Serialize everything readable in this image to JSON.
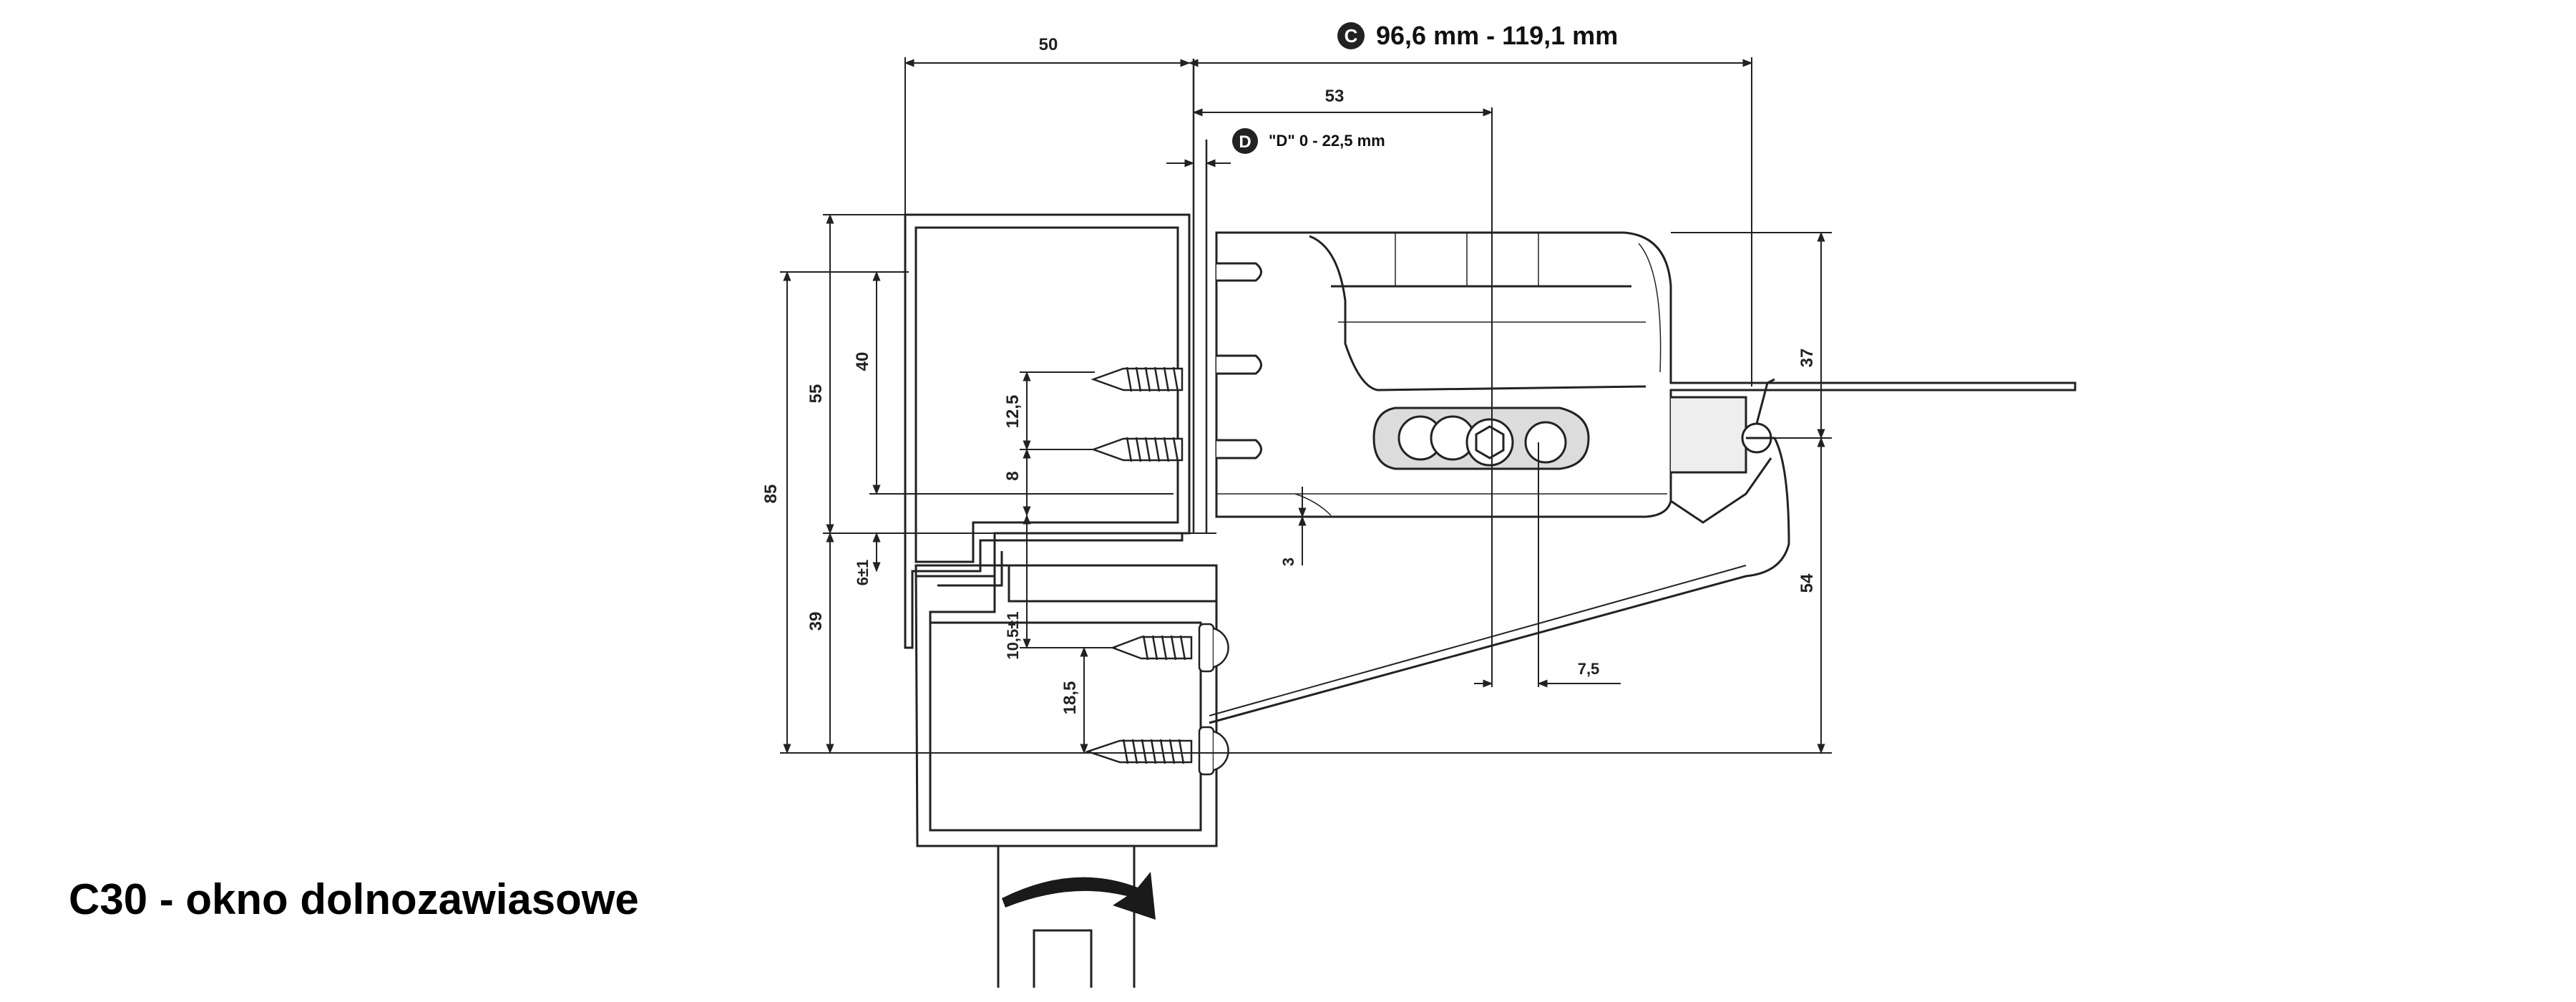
{
  "caption": "C30 - okno dolnozawiasowe",
  "callouts": {
    "c": {
      "marker": "C",
      "text": "96,6 mm - 119,1 mm"
    },
    "d": {
      "marker": "D",
      "text": "\"D\" 0 - 22,5 mm"
    }
  },
  "dimensions": {
    "top_50": "50",
    "top_53": "53",
    "left_85": "85",
    "left_55": "55",
    "left_40": "40",
    "left_39": "39",
    "left_6": "6±1",
    "inner_12_5": "12,5",
    "inner_8": "8",
    "inner_10_5": "10,5±1",
    "inner_18_5": "18,5",
    "inner_3": "3",
    "bottom_7_5": "7,5",
    "right_37": "37",
    "right_54": "54"
  },
  "colors": {
    "line": "#222222",
    "fill": "#ffffff",
    "shade": "#dcdcdc"
  }
}
